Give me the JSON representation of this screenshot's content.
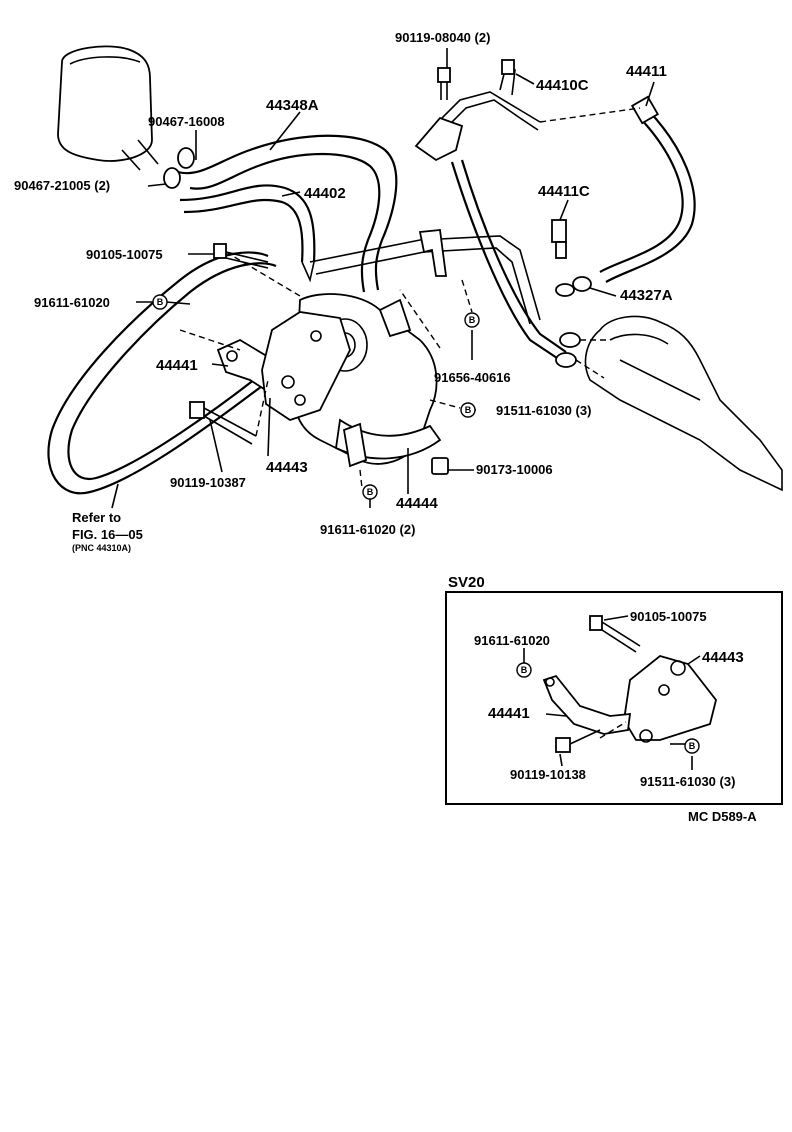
{
  "labels": {
    "p90119_08040": "90119-08040 (2)",
    "p44410c": "44410C",
    "p44411": "44411",
    "p44348a": "44348A",
    "p90467_16008": "90467-16008",
    "p90467_21005": "90467-21005 (2)",
    "p44402": "44402",
    "p44411c": "44411C",
    "p90105_10075": "90105-10075",
    "p44327a": "44327A",
    "p91611_61020": "91611-61020",
    "p91656_40616": "91656-40616",
    "p44441": "44441",
    "p91511_61030": "91511-61030 (3)",
    "p90173_10006": "90173-10006",
    "p44443": "44443",
    "p90119_10387": "90119-10387",
    "p44444": "44444",
    "p91611_61020_2": "91611-61020 (2)",
    "refer_line1": "Refer to",
    "refer_line2": "FIG. 16—05",
    "refer_line3": "(PNC 44310A)"
  },
  "inset": {
    "title": "SV20",
    "p90105_10075": "90105-10075",
    "p91611_61020": "91611-61020",
    "p44443": "44443",
    "p44441": "44441",
    "p90119_10138": "90119-10138",
    "p91511_61030": "91511-61030 (3)"
  },
  "marker_letter": "B",
  "drawing_code": "MC D589-A"
}
